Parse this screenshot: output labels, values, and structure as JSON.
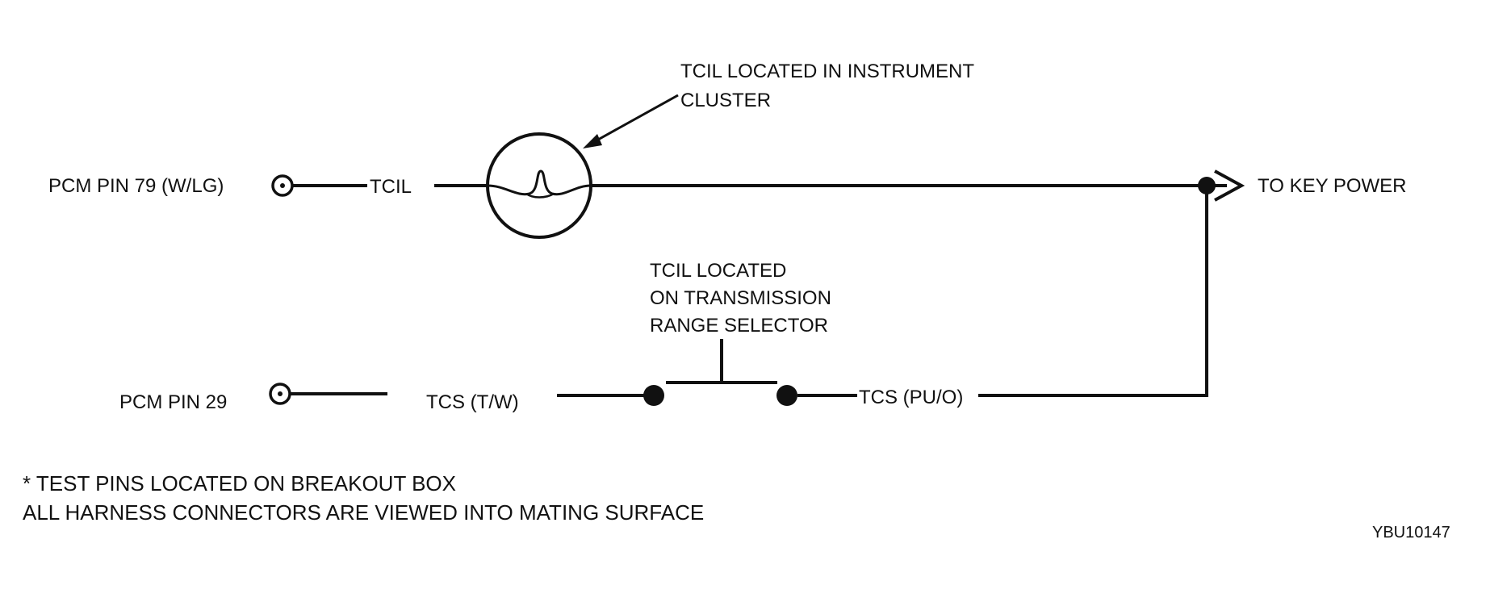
{
  "diagram": {
    "labels": {
      "tcil_cluster_line1": "TCIL LOCATED IN INSTRUMENT",
      "tcil_cluster_line2": "CLUSTER",
      "pcm_pin_79": "PCM PIN 79 (W/LG)",
      "tcil_wire": "TCIL",
      "to_key_power": "TO KEY POWER",
      "tcil_selector_line1": "TCIL LOCATED",
      "tcil_selector_line2": "ON TRANSMISSION",
      "tcil_selector_line3": "RANGE SELECTOR",
      "pcm_pin_29": "PCM PIN 29",
      "tcs_tw": "TCS (T/W)",
      "tcs_puo": "TCS (PU/O)"
    },
    "notes": {
      "line1": "* TEST PINS LOCATED ON BREAKOUT BOX",
      "line2": "ALL HARNESS CONNECTORS ARE VIEWED INTO MATING SURFACE"
    },
    "figure_code": "YBU10147",
    "colors": {
      "ink": "#111111",
      "background": "#ffffff"
    }
  }
}
